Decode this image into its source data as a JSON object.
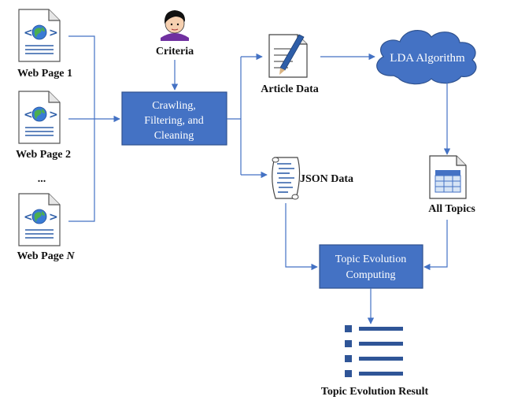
{
  "colors": {
    "box_fill": "#4472c4",
    "box_stroke": "#2f528f",
    "connector": "#4472c4",
    "cloud_fill": "#4472c4",
    "text_dark": "#111111",
    "text_light": "#ffffff"
  },
  "inputs": {
    "page_1": "Web Page 1",
    "page_2": "Web Page 2",
    "ellipsis": "...",
    "page_n_prefix": "Web Page ",
    "page_n_var": "N"
  },
  "criteria": {
    "label": "Criteria",
    "icon": "person-icon"
  },
  "crawl_box": {
    "lines": [
      "Crawling,",
      "Filtering, and",
      "Cleaning"
    ]
  },
  "article": {
    "label": "Article Data",
    "icon": "document-pen-icon"
  },
  "lda": {
    "label": "LDA Algorithm",
    "shape": "cloud"
  },
  "json": {
    "label": "JSON Data",
    "icon": "scroll-icon"
  },
  "topics": {
    "label": "All Topics",
    "icon": "table-document-icon"
  },
  "evolution_box": {
    "lines": [
      "Topic Evolution",
      "Computing"
    ]
  },
  "result": {
    "label": "Topic Evolution Result",
    "icon": "list-icon"
  }
}
